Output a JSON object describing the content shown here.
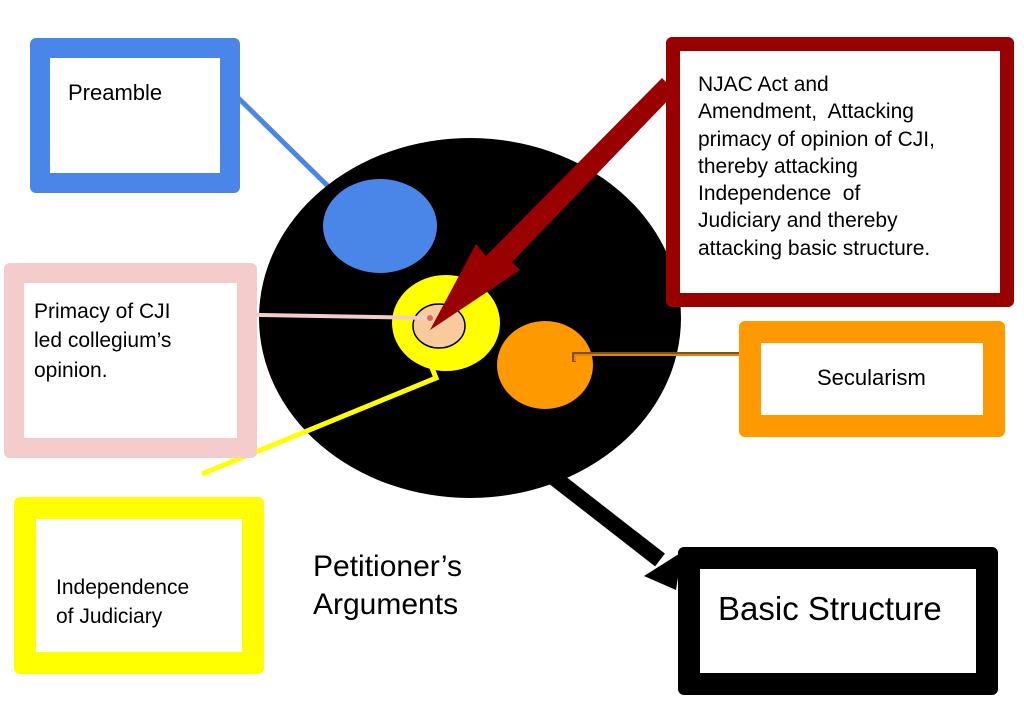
{
  "colors": {
    "blue": "#4a86e8",
    "pink": "#f4cccc",
    "yellow": "#ffff00",
    "dark_red": "#990000",
    "orange": "#ff9900",
    "black": "#000000",
    "core_fill": "#f9cb9c",
    "orange_connector": "#7f4f1e"
  },
  "diagram": {
    "preamble": "Preamble",
    "primacy_line1": "Primacy of CJI",
    "primacy_line2": "led collegium’s",
    "primacy_line3": "opinion.",
    "independence_line1": "Independence",
    "independence_line2": "of Judiciary",
    "njac_line1": "NJAC Act and",
    "njac_line2": "Amendment,  Attacking",
    "njac_line3": "primacy of opinion of CJI,",
    "njac_line4": "thereby attacking",
    "njac_line5": "Independence  of",
    "njac_line6": "Judiciary and thereby",
    "njac_line7": "attacking basic structure.",
    "secularism": "Secularism",
    "basic_structure": "Basic Structure",
    "caption_line1": "Petitioner’s",
    "caption_line2": "Arguments"
  }
}
